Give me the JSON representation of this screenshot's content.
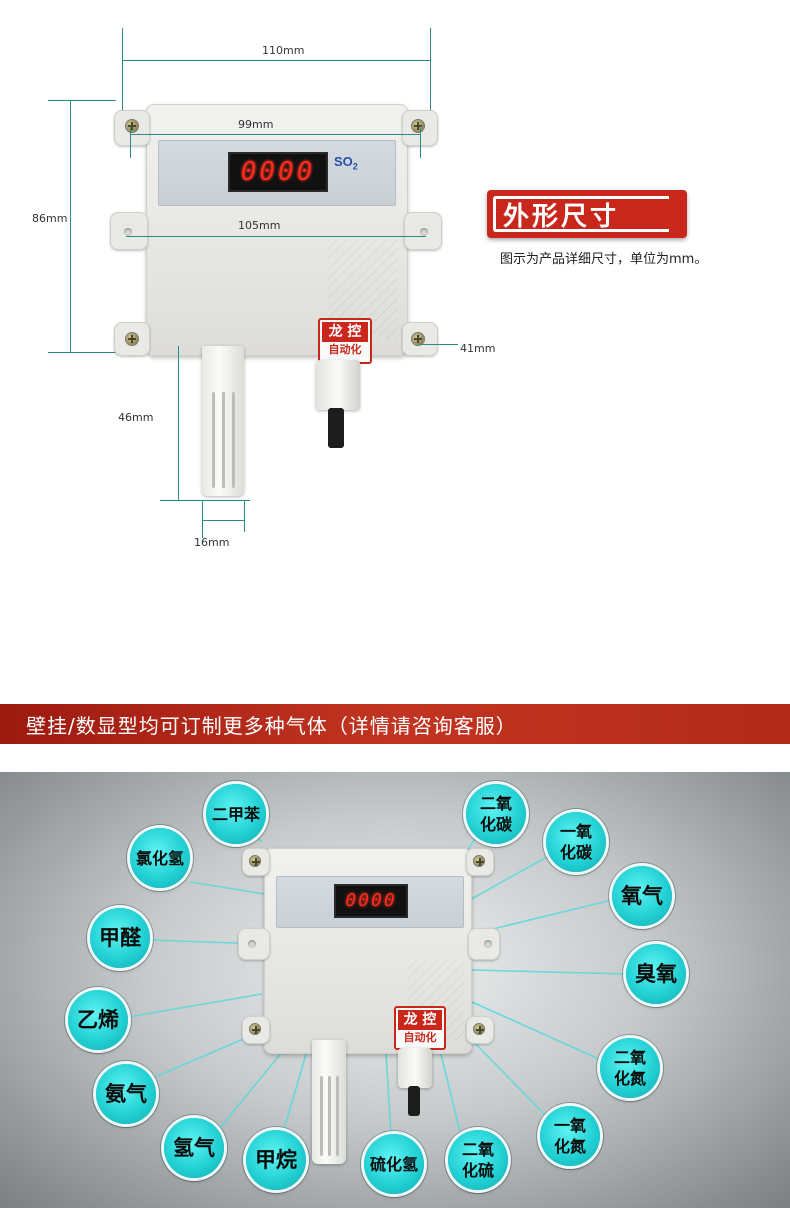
{
  "dimensions": {
    "width_total": "110mm",
    "width_panel": "99mm",
    "width_body": "105mm",
    "height_body": "86mm",
    "depth": "41mm",
    "probe_length": "46mm",
    "probe_diameter": "16mm"
  },
  "device": {
    "display_value": "0000",
    "gas_label": "SO",
    "gas_subscript": "2",
    "stamp_line1": "龙 控",
    "stamp_line2": "自动化"
  },
  "section_title": {
    "title": "外形尺寸",
    "description": "图示为产品详细尺寸，单位为mm。"
  },
  "banner": {
    "text": "壁挂/数显型均可订制更多种气体（详情请咨询客服）"
  },
  "gas_section": {
    "display_value": "0000",
    "stamp_line1": "龙 控",
    "stamp_line2": "自动化",
    "gases": [
      {
        "line1": "二甲苯",
        "line2": ""
      },
      {
        "line1": "氯化氢",
        "line2": ""
      },
      {
        "line1": "甲醛",
        "line2": ""
      },
      {
        "line1": "乙烯",
        "line2": ""
      },
      {
        "line1": "氨气",
        "line2": ""
      },
      {
        "line1": "氢气",
        "line2": ""
      },
      {
        "line1": "甲烷",
        "line2": ""
      },
      {
        "line1": "硫化氢",
        "line2": ""
      },
      {
        "line1": "二氧",
        "line2": "化硫"
      },
      {
        "line1": "一氧",
        "line2": "化氮"
      },
      {
        "line1": "二氧",
        "line2": "化氮"
      },
      {
        "line1": "臭氧",
        "line2": ""
      },
      {
        "line1": "氧气",
        "line2": ""
      },
      {
        "line1": "一氧",
        "line2": "化碳"
      },
      {
        "line1": "二氧",
        "line2": "化碳"
      }
    ]
  },
  "colors": {
    "accent_red": "#c9261c",
    "bubble_cyan": "#22d1d4",
    "dimension_line": "#2f8a85",
    "led_red": "#ff2a1a"
  }
}
